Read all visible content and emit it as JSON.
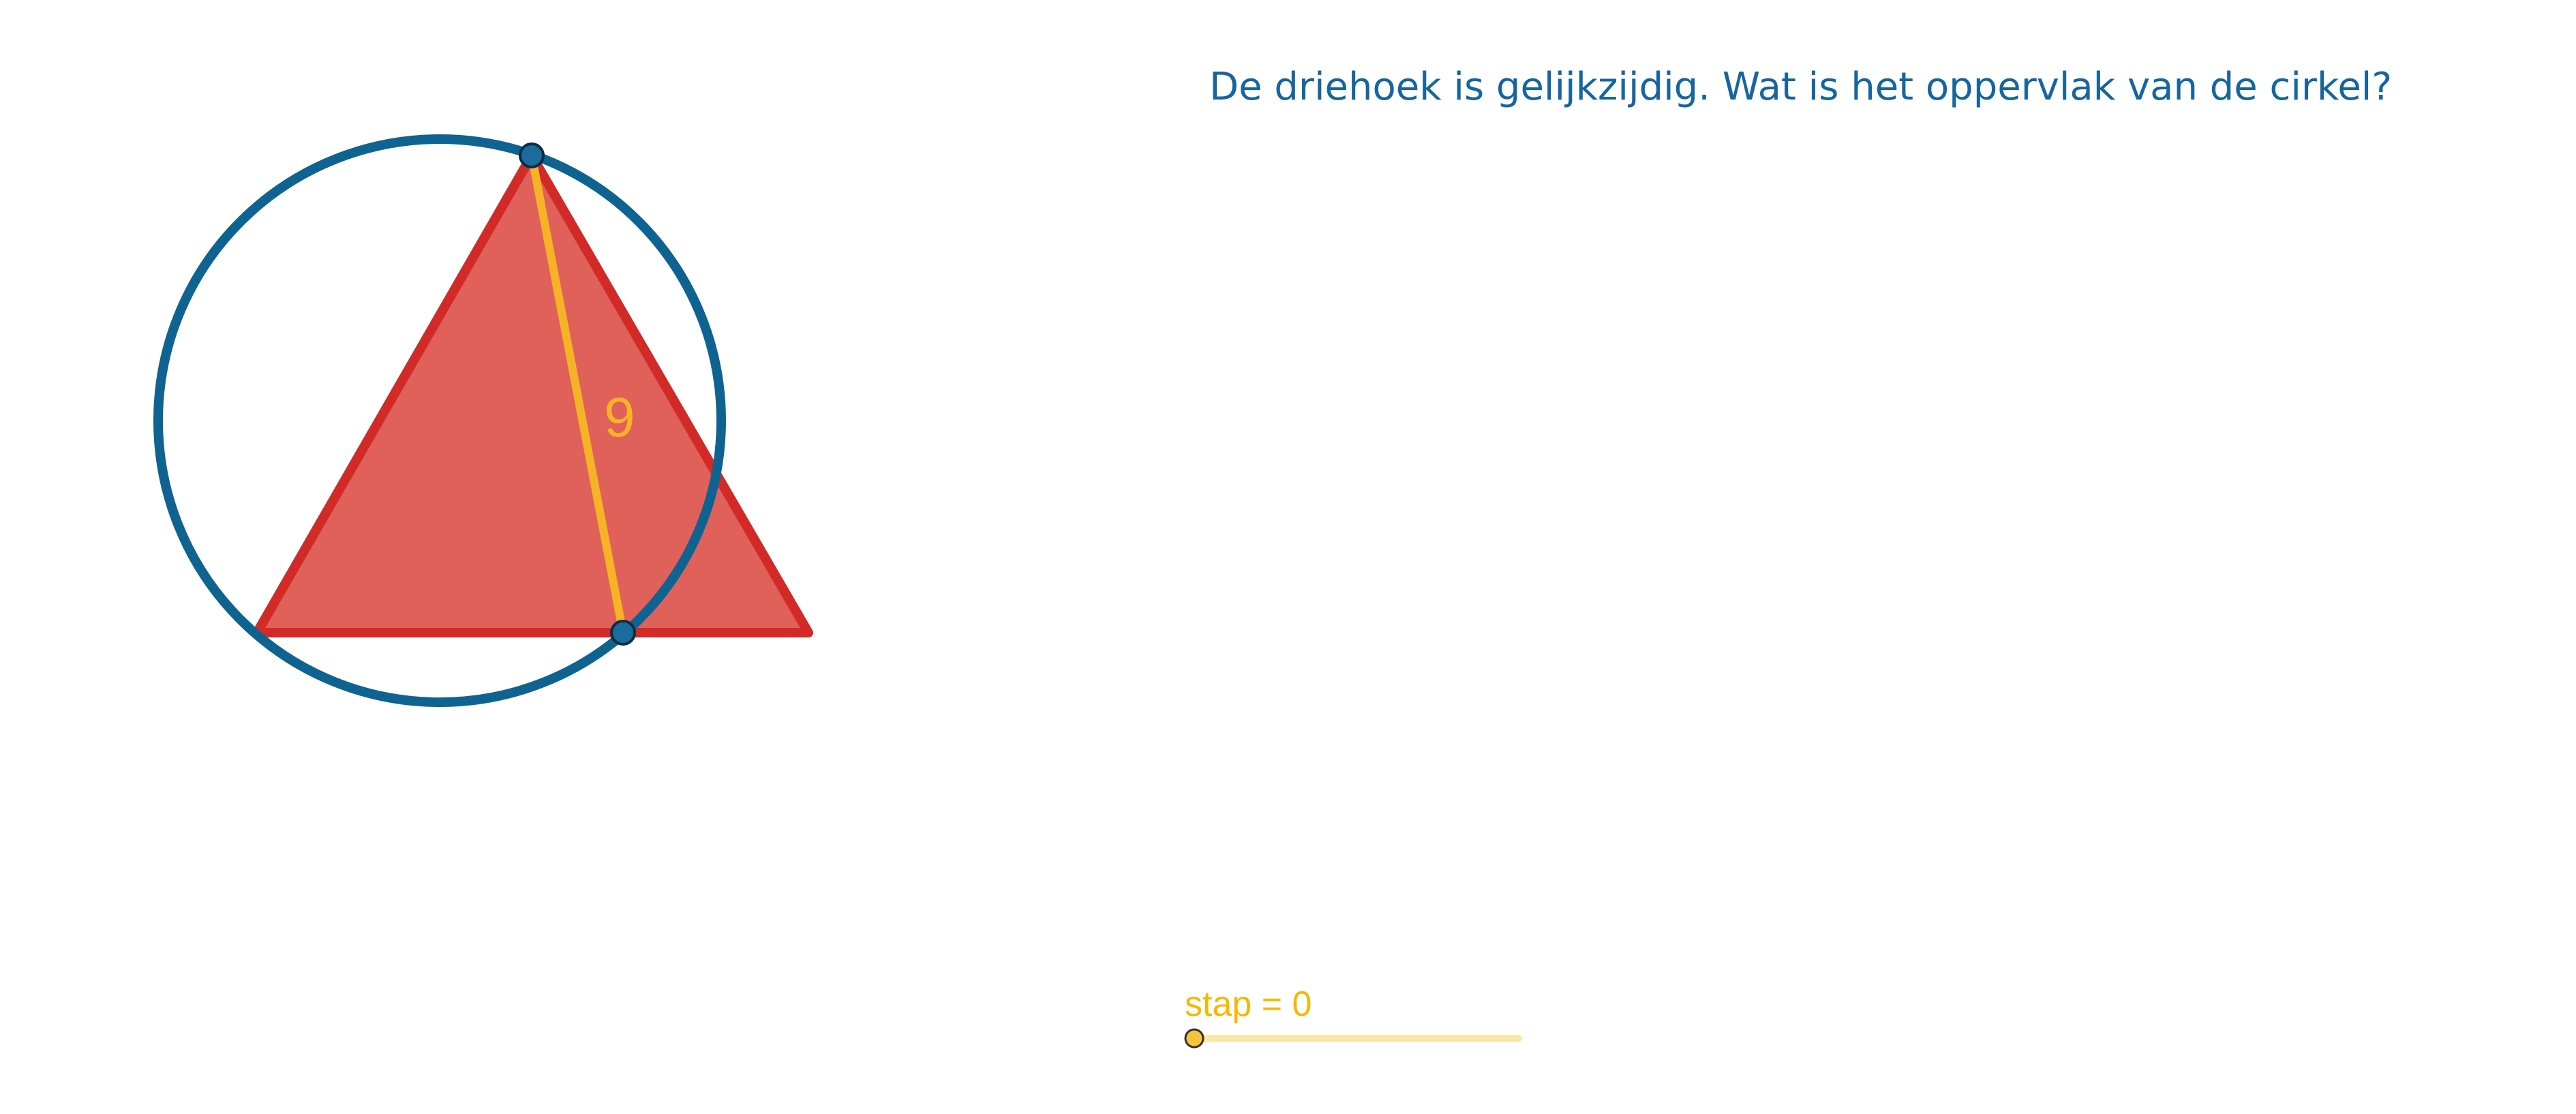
{
  "question": {
    "text": "De driehoek is gelijkzijdig. Wat is het oppervlak van de cirkel?"
  },
  "figure": {
    "segment_label": "9",
    "colors": {
      "circle": "#0f6391",
      "triangle_stroke": "#d22a27",
      "triangle_fill": "#e0605a",
      "segment": "#f6b325",
      "point_fill": "#1a6c9c",
      "point_stroke": "#0b2d45"
    }
  },
  "slider": {
    "label": "stap = 0",
    "value": 0,
    "color": "#f6c43a",
    "track_color": "#fde5a6"
  }
}
